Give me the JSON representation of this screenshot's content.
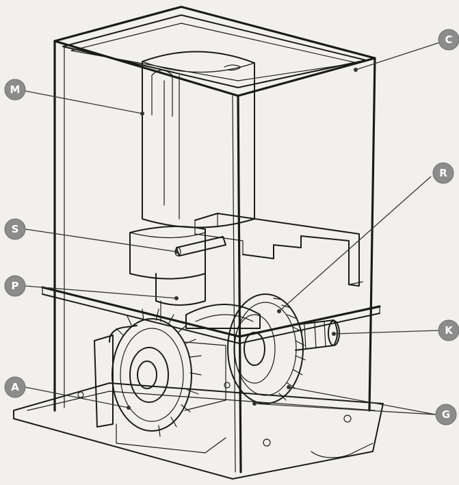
{
  "callouts": [
    {
      "id": "m",
      "label": "M"
    },
    {
      "id": "c",
      "label": "C"
    },
    {
      "id": "r",
      "label": "R"
    },
    {
      "id": "s",
      "label": "S"
    },
    {
      "id": "p",
      "label": "P"
    },
    {
      "id": "k",
      "label": "K"
    },
    {
      "id": "a",
      "label": "A"
    },
    {
      "id": "g",
      "label": "G"
    }
  ],
  "colors": {
    "badge": "#8c8c8c",
    "line": "#1a1a1a",
    "background": "#f2f0ec"
  }
}
